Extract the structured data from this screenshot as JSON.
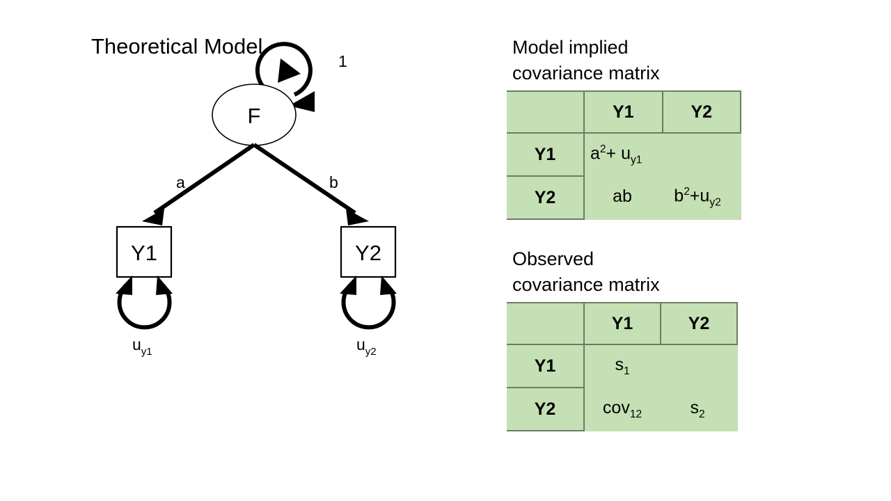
{
  "diagram": {
    "title": "Theoretical Model",
    "latent_node": {
      "label": "F",
      "shape": "ellipse"
    },
    "variance_label": "1",
    "observed_nodes": [
      {
        "label": "Y1",
        "shape": "rectangle"
      },
      {
        "label": "Y2",
        "shape": "rectangle"
      }
    ],
    "loading_labels": [
      "a",
      "b"
    ],
    "residuals": [
      {
        "base": "u",
        "sub": "y1"
      },
      {
        "base": "u",
        "sub": "y2"
      }
    ]
  },
  "matrices": [
    {
      "heading": "Model implied\ncovariance matrix",
      "corner": "",
      "col_headers": [
        "Y1",
        "Y2"
      ],
      "rows": [
        {
          "header": "Y1",
          "cells": [
            {
              "parts": [
                {
                  "t": "a"
                },
                {
                  "t": "2",
                  "sup": true
                },
                {
                  "t": "+ u"
                },
                {
                  "t": "y1",
                  "sub": true
                }
              ]
            },
            {
              "parts": []
            }
          ]
        },
        {
          "header": "Y2",
          "cells": [
            {
              "parts": [
                {
                  "t": "ab"
                }
              ]
            },
            {
              "parts": [
                {
                  "t": "b"
                },
                {
                  "t": "2",
                  "sup": true
                },
                {
                  "t": "+u"
                },
                {
                  "t": "y2",
                  "sub": true
                }
              ]
            }
          ]
        }
      ]
    },
    {
      "heading": "Observed\ncovariance matrix",
      "corner": "",
      "col_headers": [
        "Y1",
        "Y2"
      ],
      "rows": [
        {
          "header": "Y1",
          "cells": [
            {
              "parts": [
                {
                  "t": "s"
                },
                {
                  "t": "1",
                  "sub": true
                }
              ]
            },
            {
              "parts": []
            }
          ]
        },
        {
          "header": "Y2",
          "cells": [
            {
              "parts": [
                {
                  "t": "cov"
                },
                {
                  "t": "12",
                  "sub": true
                }
              ]
            },
            {
              "parts": [
                {
                  "t": "s"
                },
                {
                  "t": "2",
                  "sub": true
                }
              ]
            }
          ]
        }
      ]
    }
  ],
  "colors": {
    "matrix_fill": "#C5E0B4",
    "matrix_border": "#6e7a66",
    "ink": "#000000",
    "background": "#ffffff"
  }
}
